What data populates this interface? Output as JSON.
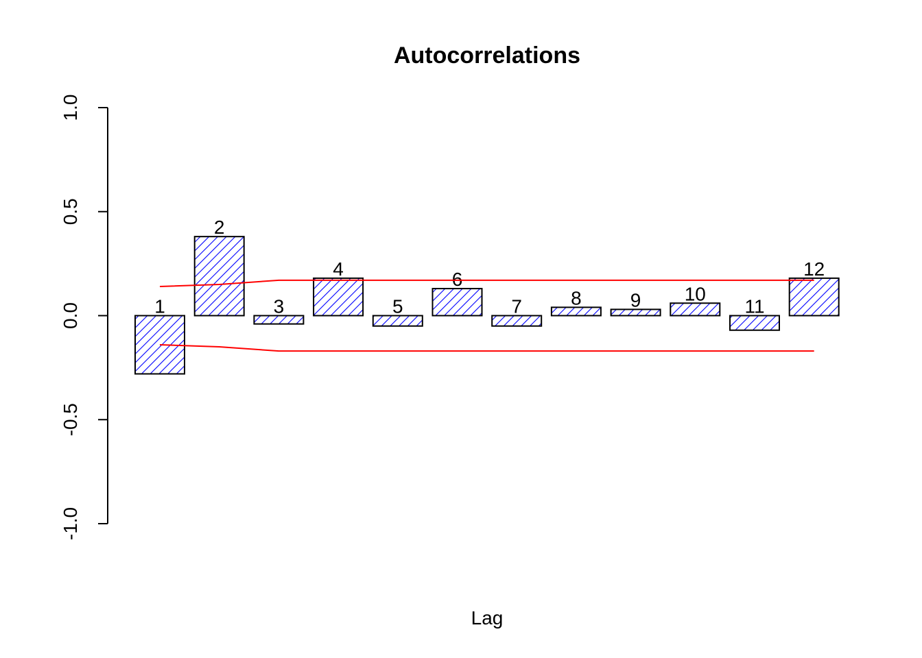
{
  "chart_data": {
    "type": "bar",
    "title": "Autocorrelations",
    "xlabel": "Lag",
    "ylabel": "",
    "ylim": [
      -1.0,
      1.0
    ],
    "yticks": [
      "-1.0",
      "-0.5",
      "0.0",
      "0.5",
      "1.0"
    ],
    "grid": false,
    "legend": "none",
    "categories": [
      "1",
      "2",
      "3",
      "4",
      "5",
      "6",
      "7",
      "8",
      "9",
      "10",
      "11",
      "12"
    ],
    "values": [
      -0.28,
      0.38,
      -0.04,
      0.18,
      -0.05,
      0.13,
      -0.05,
      0.04,
      0.03,
      0.06,
      -0.07,
      0.18
    ],
    "upper_bound": [
      0.14,
      0.15,
      0.17,
      0.17,
      0.17,
      0.17,
      0.17,
      0.17,
      0.17,
      0.17,
      0.17,
      0.17
    ],
    "lower_bound": [
      -0.14,
      -0.15,
      -0.17,
      -0.17,
      -0.17,
      -0.17,
      -0.17,
      -0.17,
      -0.17,
      -0.17,
      -0.17,
      -0.17
    ],
    "colors": {
      "bar_fill": "#0000ff",
      "bar_border": "#000000",
      "bounds": "#ff0000",
      "axis": "#000000"
    }
  }
}
